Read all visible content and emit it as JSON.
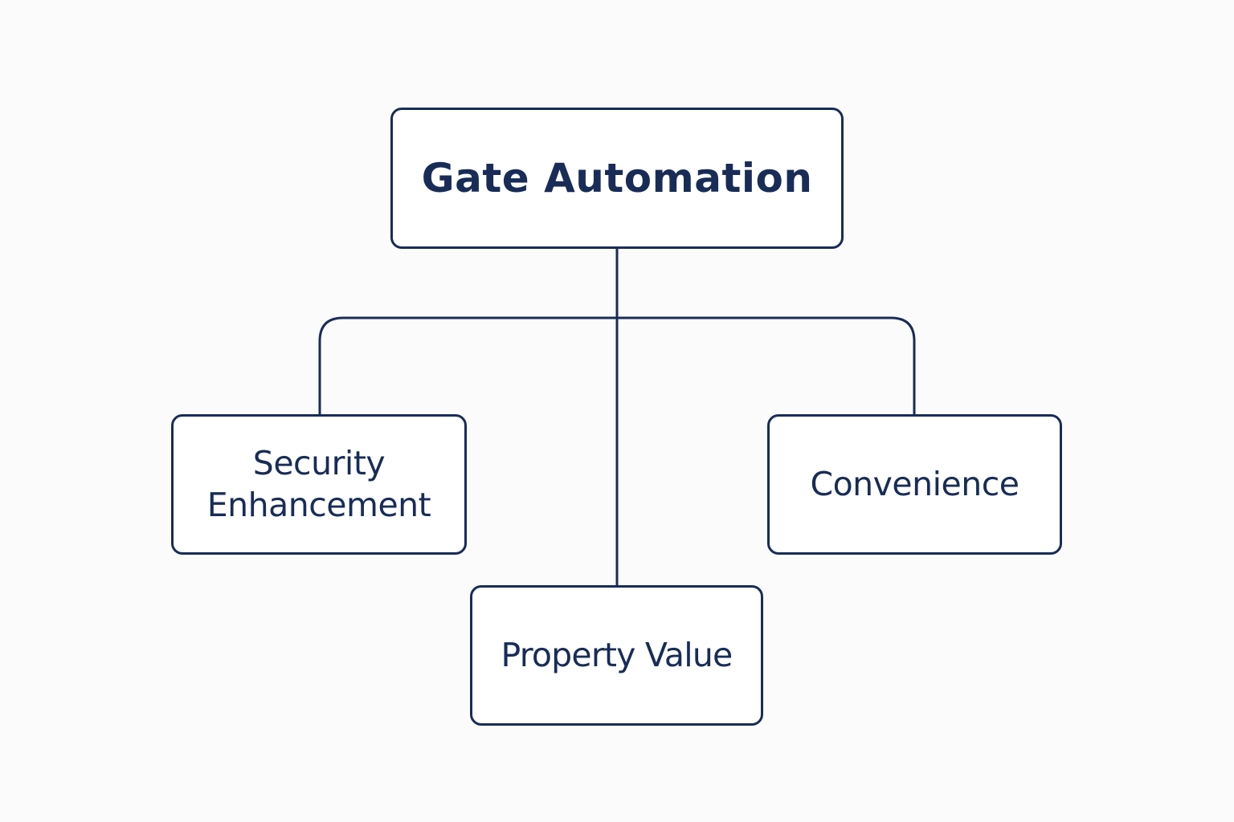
{
  "diagram": {
    "root": {
      "label": "Gate Automation"
    },
    "children": [
      {
        "label": "Security\nEnhancement"
      },
      {
        "label": "Property Value"
      },
      {
        "label": "Convenience"
      }
    ]
  },
  "colors": {
    "stroke": "#182c57",
    "text": "#182c57",
    "node_fill": "#ffffff",
    "background": "#fbfbfb"
  }
}
